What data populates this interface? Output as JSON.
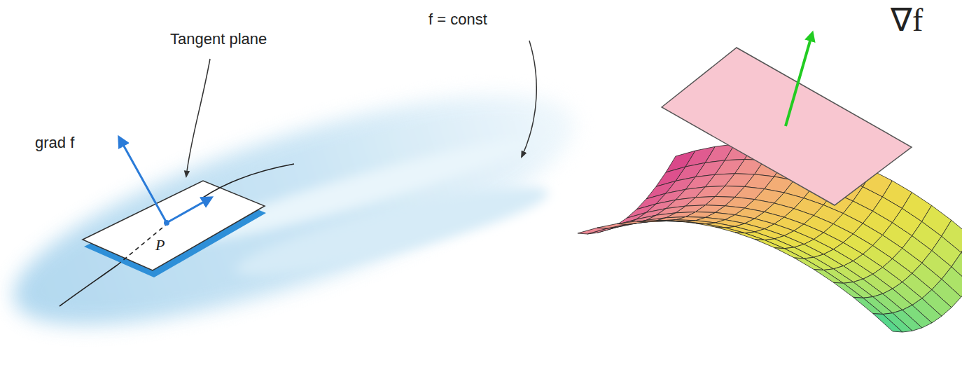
{
  "diagram": {
    "labels": [
      "Tangent plane",
      "f = const",
      "grad f",
      "P",
      "∇f"
    ]
  }
}
